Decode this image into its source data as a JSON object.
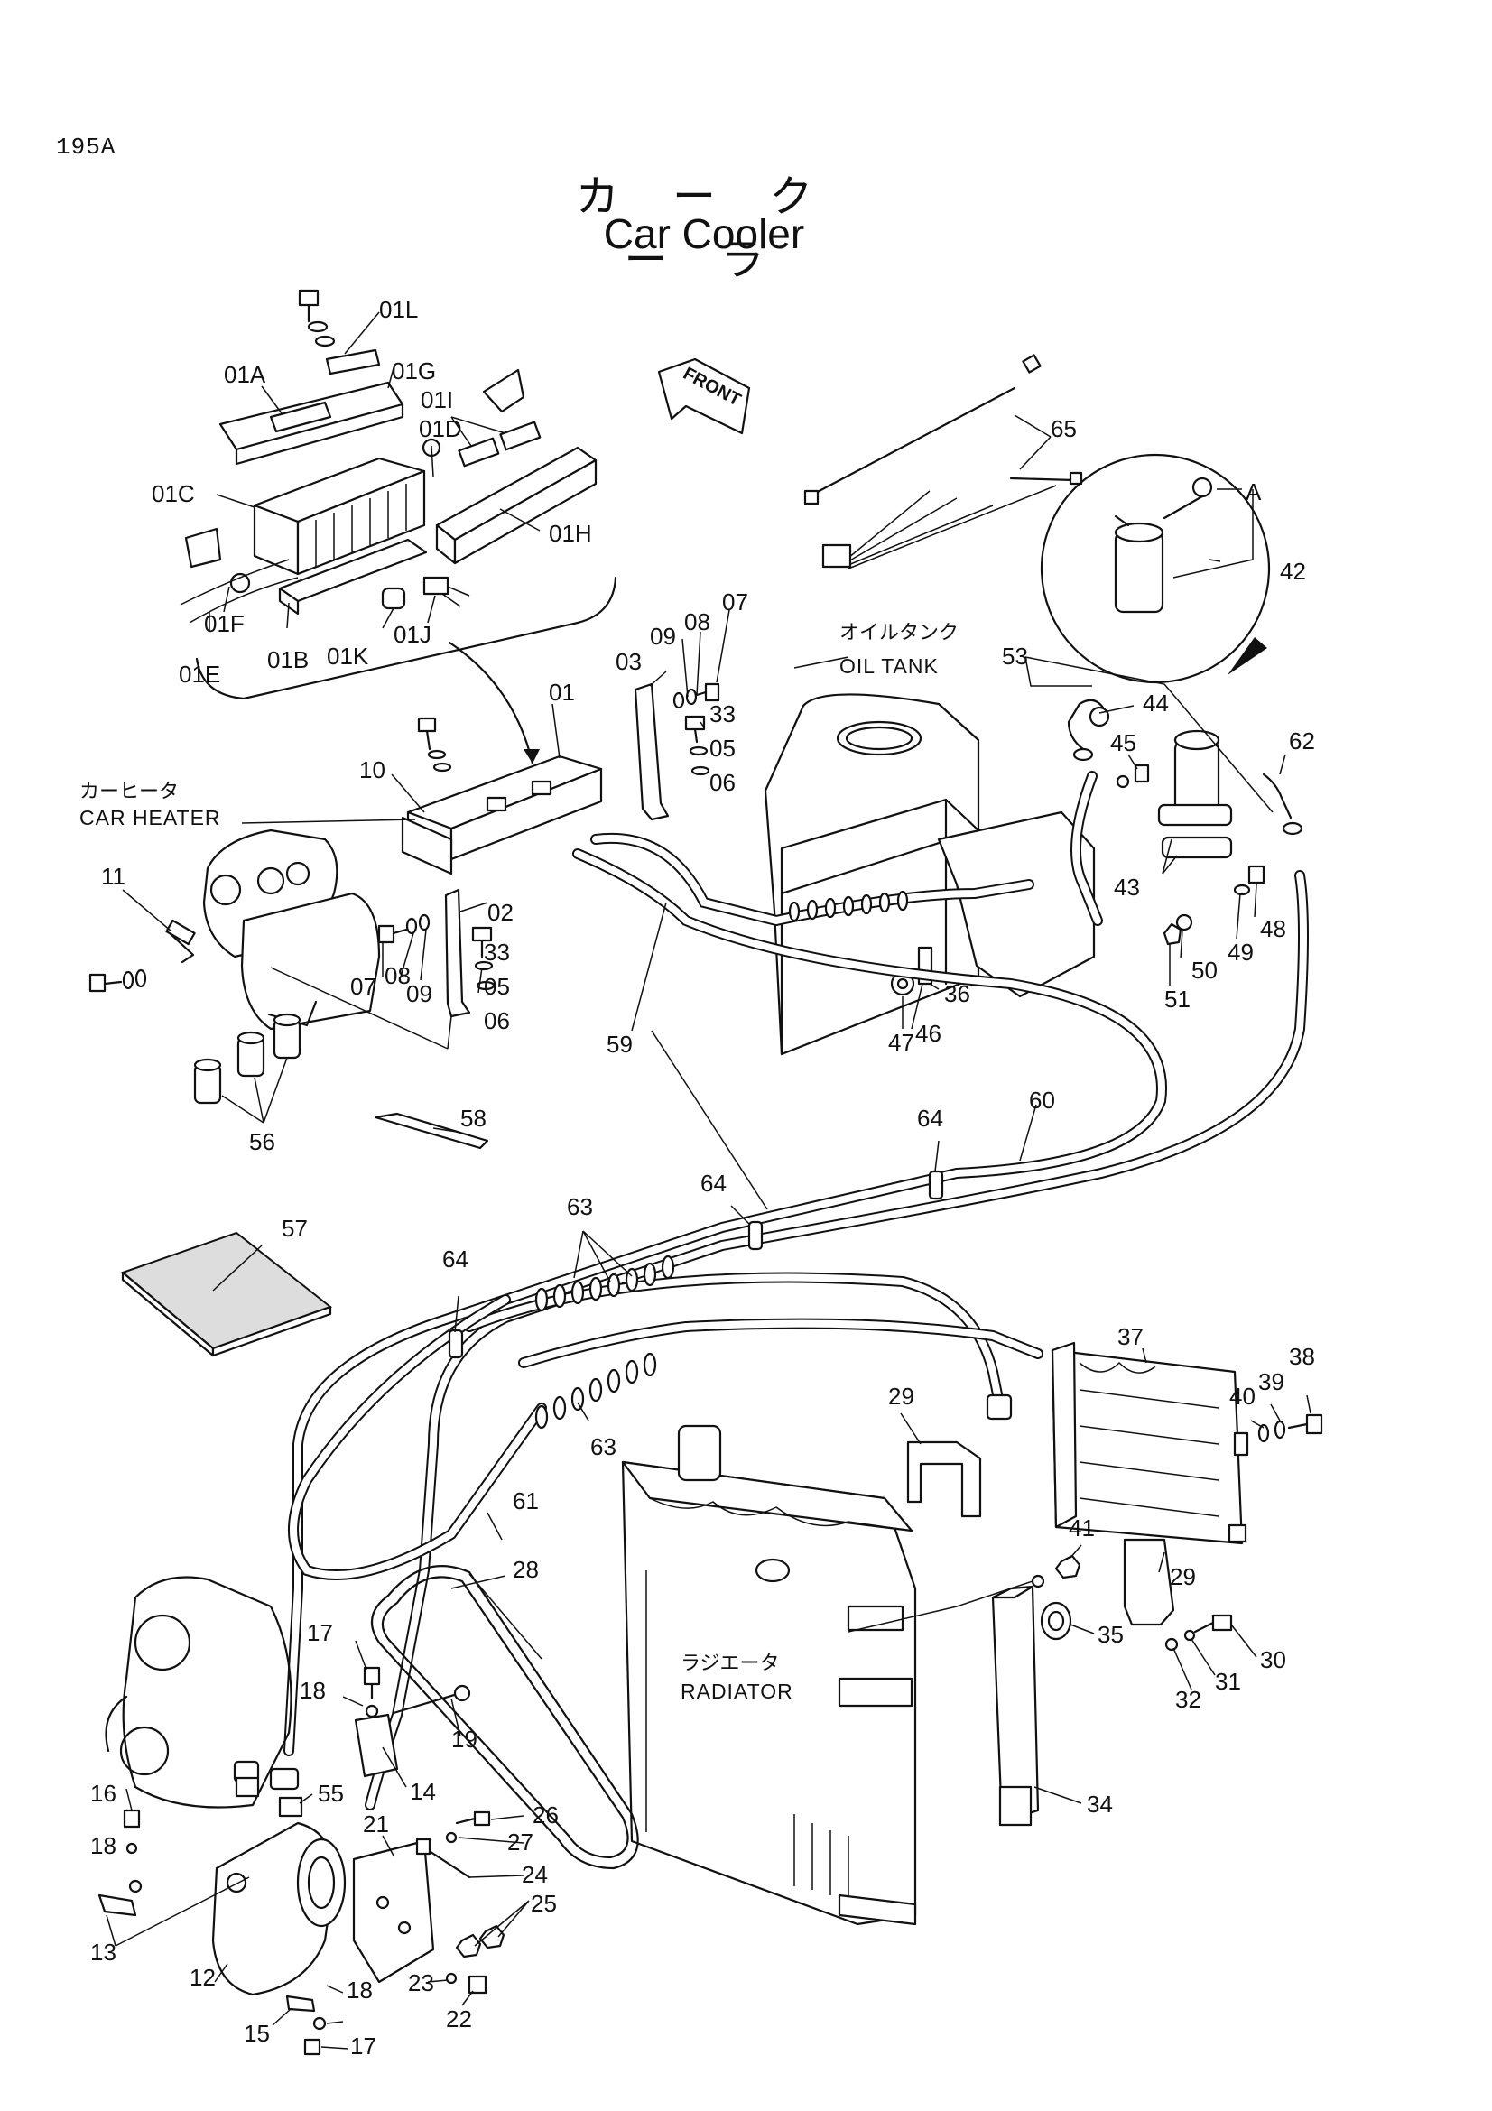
{
  "page_number": "195A",
  "title": {
    "japanese": "カ ー ク ー ラ",
    "english": "Car Cooler"
  },
  "annotations": {
    "car_heater": {
      "japanese": "カーヒータ",
      "english": "CAR HEATER"
    },
    "oil_tank": {
      "japanese": "オイルタンク",
      "english": "OIL TANK"
    },
    "radiator": {
      "japanese": "ラジエータ",
      "english": "RADIATOR"
    },
    "front_arrow": "FRONT",
    "detail_ref": "A"
  },
  "part_labels": {
    "p01": "01",
    "p01A": "01A",
    "p01B": "01B",
    "p01C": "01C",
    "p01D": "01D",
    "p01E": "01E",
    "p01F": "01F",
    "p01G": "01G",
    "p01H": "01H",
    "p01I": "01I",
    "p01J": "01J",
    "p01K": "01K",
    "p01L": "01L",
    "p02": "02",
    "p03": "03",
    "p05": "05",
    "p06": "06",
    "p07": "07",
    "p08": "08",
    "p09": "09",
    "p10": "10",
    "p11": "11",
    "p12": "12",
    "p13": "13",
    "p14": "14",
    "p15": "15",
    "p16": "16",
    "p17": "17",
    "p18": "18",
    "p19": "19",
    "p21": "21",
    "p22": "22",
    "p23": "23",
    "p24": "24",
    "p25": "25",
    "p26": "26",
    "p27": "27",
    "p28": "28",
    "p29": "29",
    "p30": "30",
    "p31": "31",
    "p32": "32",
    "p33": "33",
    "p34": "34",
    "p35": "35",
    "p36": "36",
    "p37": "37",
    "p38": "38",
    "p39": "39",
    "p40": "40",
    "p41": "41",
    "p42": "42",
    "p43": "43",
    "p44": "44",
    "p45": "45",
    "p46": "46",
    "p47": "47",
    "p48": "48",
    "p49": "49",
    "p50": "50",
    "p51": "51",
    "p53": "53",
    "p55": "55",
    "p56": "56",
    "p57": "57",
    "p58": "58",
    "p59": "59",
    "p60": "60",
    "p61": "61",
    "p62": "62",
    "p63": "63",
    "p64": "64",
    "p65": "65"
  }
}
